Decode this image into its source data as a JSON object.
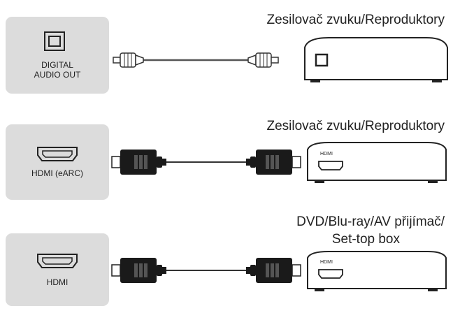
{
  "rows": [
    {
      "tv_port": {
        "label_lines": [
          "DIGITAL",
          "AUDIO OUT"
        ],
        "icon": "optical-port-icon"
      },
      "cable": "optical-cable",
      "device": {
        "title_lines": [
          "Zesilovač zvuku/Reproduktory"
        ],
        "port_label": "",
        "icon": "optical-port-icon"
      }
    },
    {
      "tv_port": {
        "label_lines": [
          "HDMI (eARC)"
        ],
        "icon": "hdmi-port-icon"
      },
      "cable": "hdmi-cable",
      "device": {
        "title_lines": [
          "Zesilovač zvuku/Reproduktory"
        ],
        "port_label": "HDMI",
        "icon": "hdmi-port-icon"
      }
    },
    {
      "tv_port": {
        "label_lines": [
          "HDMI"
        ],
        "icon": "hdmi-port-icon"
      },
      "cable": "hdmi-cable",
      "device": {
        "title_lines": [
          "DVD/Blu-ray/AV přijímač/",
          "Set-top box"
        ],
        "port_label": "HDMI",
        "icon": "hdmi-port-icon"
      }
    }
  ]
}
